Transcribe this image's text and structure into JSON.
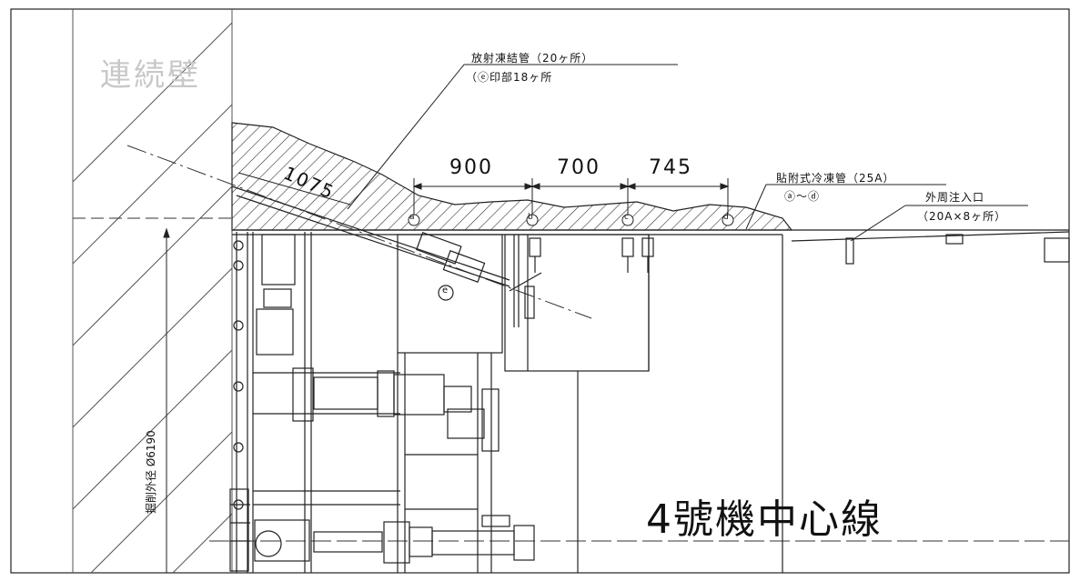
{
  "wall_label": "連続壁",
  "centerline_label": "4號機中心線",
  "annotations": {
    "radial_pipe_line1": "放射凍結管（20ヶ所）",
    "radial_pipe_line2": "（ⓔ印部18ヶ所",
    "attached_pipe_line1": "貼附式冷凍管（25A）",
    "attached_pipe_line2": "ⓐ〜ⓓ",
    "injection_line1": "外周注入口",
    "injection_line2": "（20A×8ヶ所）"
  },
  "dimensions": [
    "900",
    "700",
    "745"
  ],
  "slant_dimension": "1075",
  "vertical_dimension": "掘削外径 Ø6190",
  "point_markers": [
    "a",
    "b",
    "c",
    "d"
  ],
  "marker_e": "e",
  "colors": {
    "line": "#1a1a1a",
    "wall_text": "#c8c8c8",
    "background": "#ffffff"
  }
}
